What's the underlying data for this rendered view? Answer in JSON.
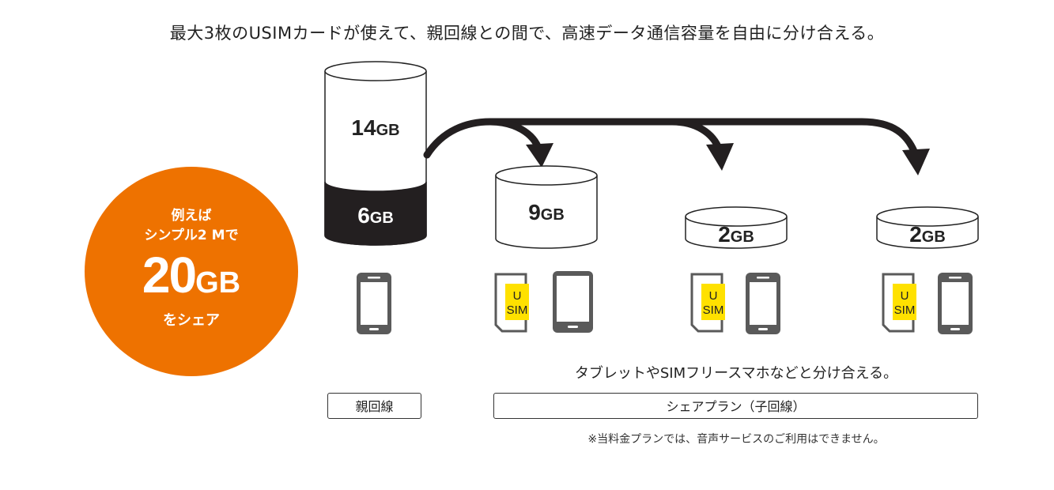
{
  "headline": "最大3枚のUSIMカードが使えて、親回線との間で、高速データ通信容量を自由に分け合える。",
  "promo": {
    "line1": "例えば",
    "line2": "シンプル2 Mで",
    "amount": "20",
    "unit": "GB",
    "line4": "をシェア",
    "color": "#ee7200"
  },
  "parent": {
    "top_amount": "14",
    "top_unit": "GB",
    "bottom_amount": "6",
    "bottom_unit": "GB",
    "device_icon": "smartphone-icon",
    "label": "親回線"
  },
  "children": [
    {
      "amount": "9",
      "unit": "GB",
      "sim_top": "U",
      "sim_bottom": "SIM",
      "device_icon": "tablet-icon"
    },
    {
      "amount": "2",
      "unit": "GB",
      "sim_top": "U",
      "sim_bottom": "SIM",
      "device_icon": "smartphone-icon"
    },
    {
      "amount": "2",
      "unit": "GB",
      "sim_top": "U",
      "sim_bottom": "SIM",
      "device_icon": "smartphone-icon"
    }
  ],
  "caption": "タブレットやSIMフリースマホなどと分け合える。",
  "share_label": "シェアプラン（子回線）",
  "note": "※当料金プランでは、音声サービスのご利用はできません。",
  "colors": {
    "accent": "#ee7200",
    "sim_yellow": "#ffe100",
    "dark": "#222222"
  }
}
